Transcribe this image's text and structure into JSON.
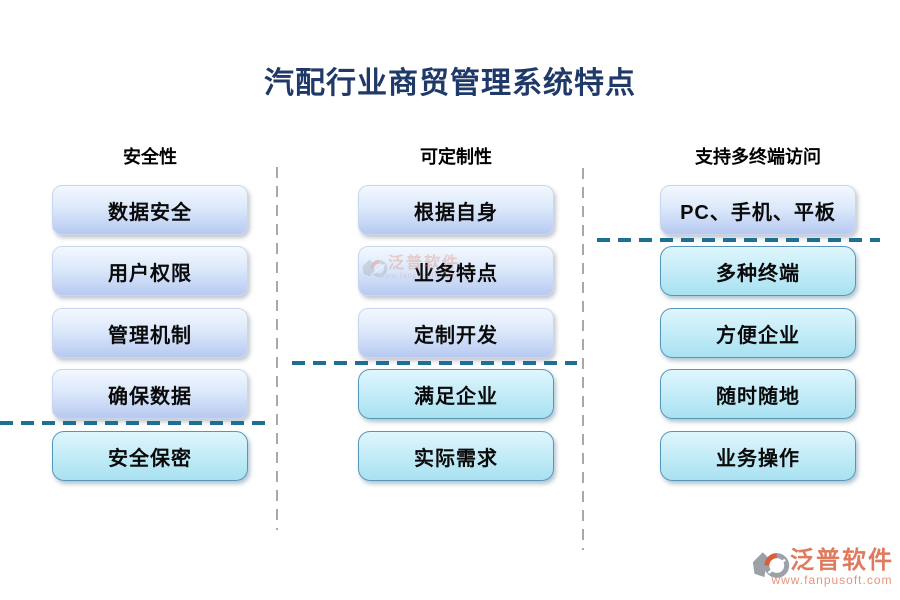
{
  "title": "汽配行业商贸管理系统特点",
  "columns": [
    {
      "header": "安全性",
      "items": [
        {
          "label": "数据安全",
          "style": "plain"
        },
        {
          "label": "用户权限",
          "style": "plain"
        },
        {
          "label": "管理机制",
          "style": "plain"
        },
        {
          "label": "确保数据",
          "style": "plain"
        },
        {
          "label": "安全保密",
          "style": "highlight"
        }
      ]
    },
    {
      "header": "可定制性",
      "items": [
        {
          "label": "根据自身",
          "style": "plain"
        },
        {
          "label": "业务特点",
          "style": "plain"
        },
        {
          "label": "定制开发",
          "style": "plain"
        },
        {
          "label": "满足企业",
          "style": "highlight"
        },
        {
          "label": "实际需求",
          "style": "highlight"
        }
      ]
    },
    {
      "header": "支持多终端访问",
      "items": [
        {
          "label": "PC、手机、平板",
          "style": "plain"
        },
        {
          "label": "多种终端",
          "style": "highlight"
        },
        {
          "label": "方便企业",
          "style": "highlight"
        },
        {
          "label": "随时随地",
          "style": "highlight"
        },
        {
          "label": "业务操作",
          "style": "highlight"
        }
      ]
    }
  ],
  "watermark": {
    "brand": "泛普软件",
    "url": "www.fanpusoft.com"
  },
  "colors": {
    "title": "#1f3968",
    "dash_teal": "#1d7092",
    "dash_gray": "#a8a8a8",
    "box_blue_top": "#f3f8fe",
    "box_blue_bottom": "#b7c9f0",
    "box_cyan_top": "#dff6fc",
    "box_cyan_bottom": "#a8e1f1",
    "box_cyan_border": "#5796bb",
    "watermark_text": "#e07a5f"
  }
}
